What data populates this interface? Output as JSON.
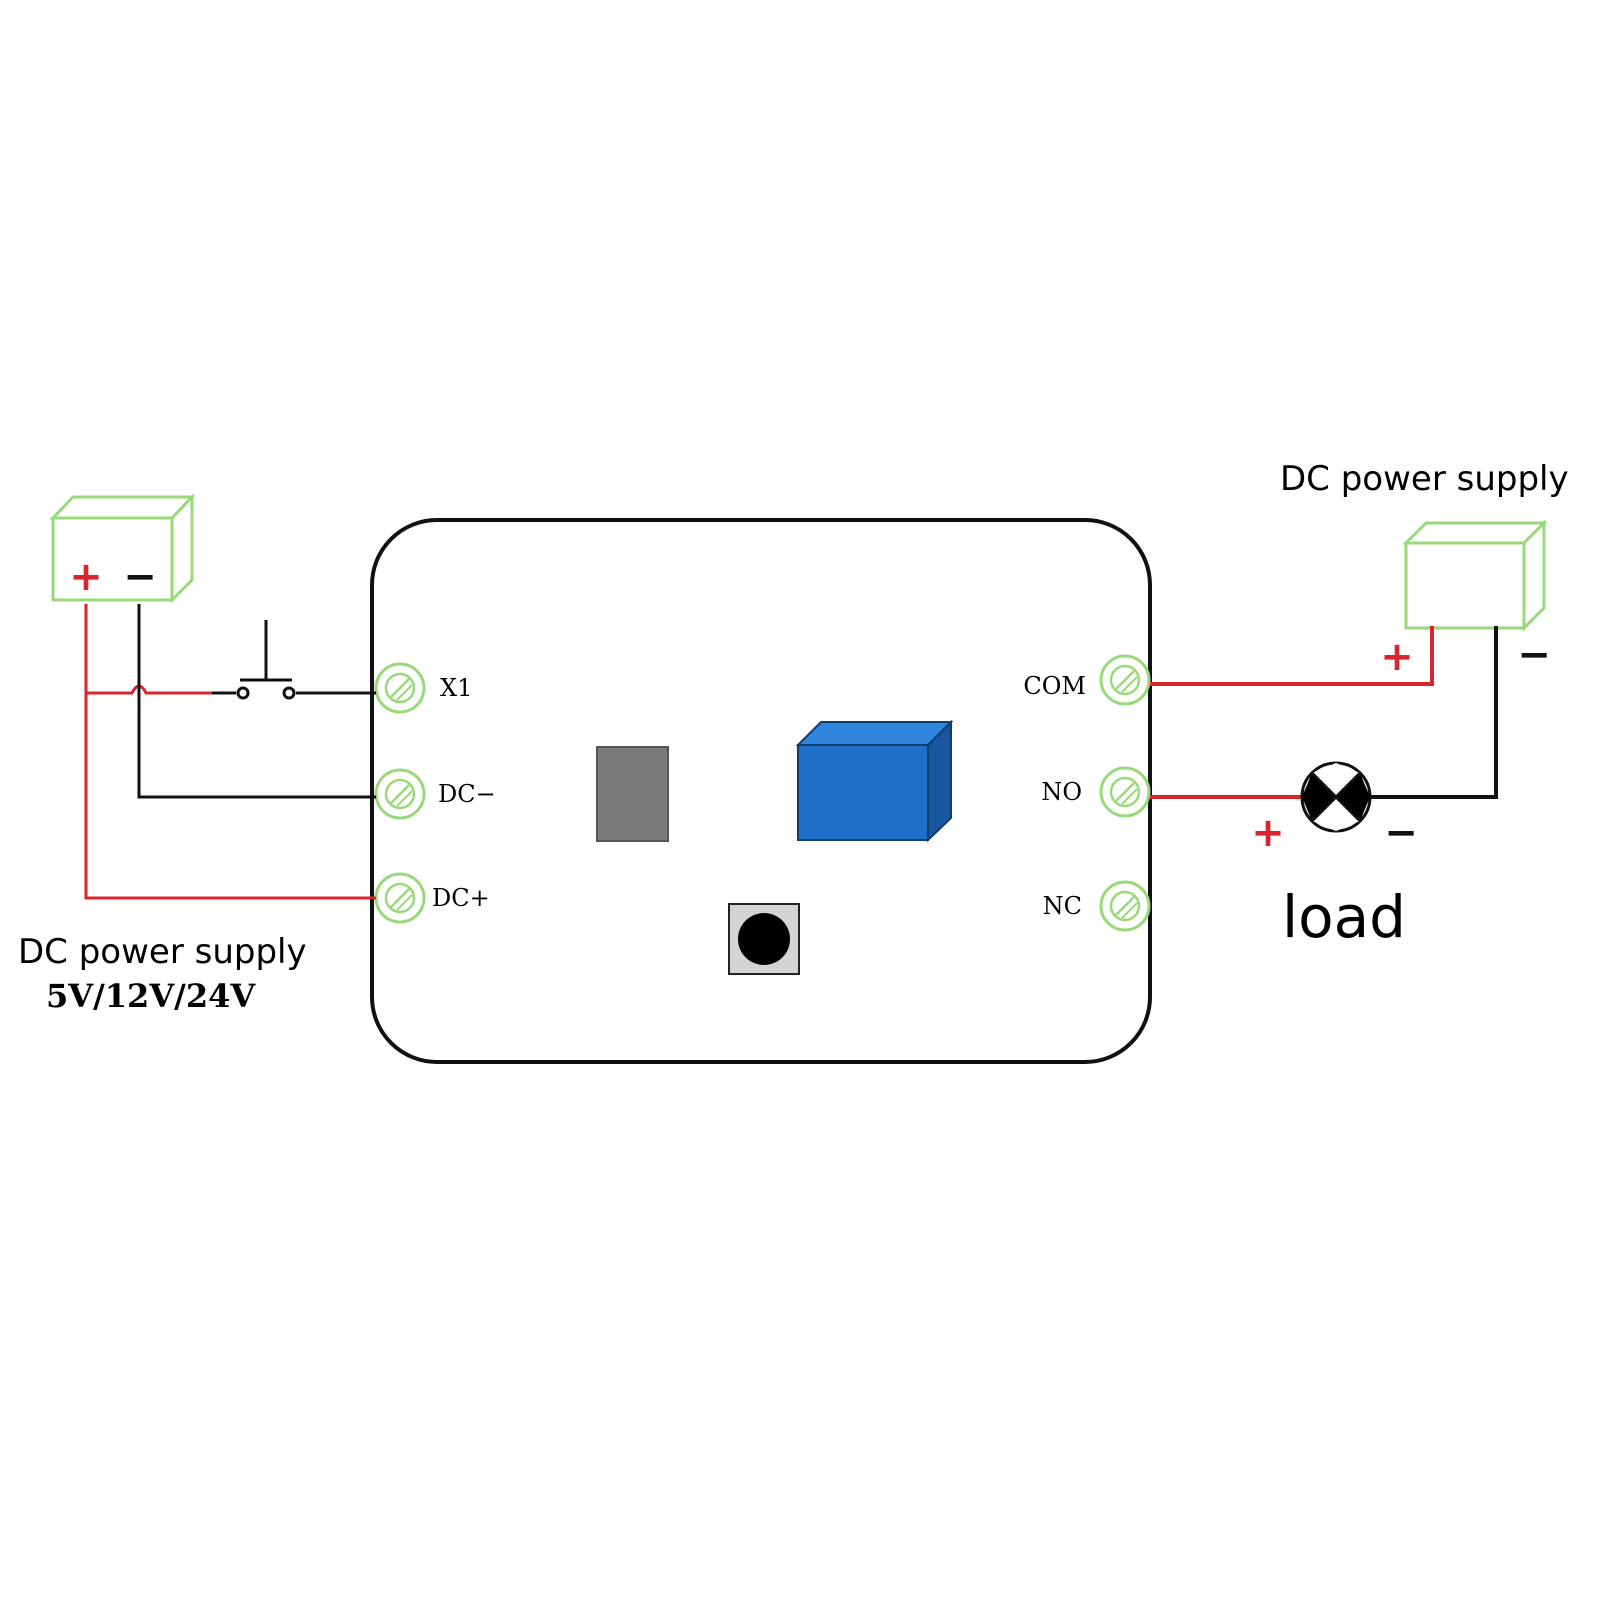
{
  "colors": {
    "positive_wire": "#d8262c",
    "negative_wire": "#111111",
    "supply_box": "#9ad97a",
    "terminal": "#9ad97a",
    "relay_front": "#1d6fc8",
    "relay_top": "#2f85dd",
    "relay_side": "#17579e",
    "chip": "#7a7a7a",
    "button_base": "#d4d4d4",
    "board_outline": "#111111"
  },
  "left_supply": {
    "plus_sign": "+",
    "minus_sign": "−",
    "label": "DC power supply",
    "voltages": "5V/12V/24V"
  },
  "right_supply": {
    "label": "DC power supply",
    "plus_sign": "+",
    "minus_sign": "−"
  },
  "board": {
    "left_terminals": [
      "X1",
      "DC−",
      "DC+"
    ],
    "right_terminals": [
      "COM",
      "NO",
      "NC"
    ]
  },
  "load": {
    "label": "load",
    "plus_sign": "+",
    "minus_sign": "−"
  }
}
